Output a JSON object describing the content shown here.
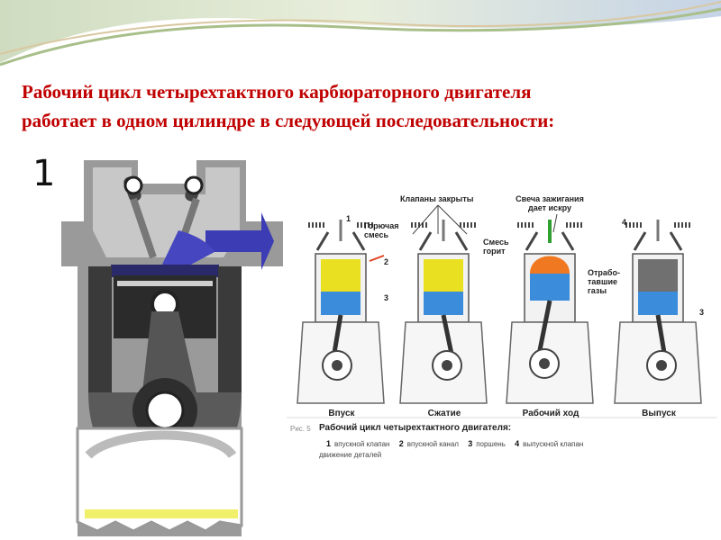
{
  "title": {
    "line1": "Рабочий цикл четырехтактного карбюраторного двигателя",
    "line2": "работает в одном цилиндре в следующей последовательности:"
  },
  "big_figure": {
    "number": "1"
  },
  "diagram": {
    "labels": {
      "valves_closed": "Клапаны закрыты",
      "spark_plug": "Свеча зажигания",
      "spark_plug2": "дает искру",
      "fuel_mix": "Горючая",
      "fuel_mix2": "смесь",
      "mix_burns": "Смесь",
      "mix_burns2": "горит",
      "exhaust": "Отрабо-",
      "exhaust2": "тавшие",
      "exhaust3": "газы",
      "n1": "1",
      "n2": "2",
      "n3": "3",
      "n4": "4",
      "n3b": "3"
    },
    "phases": [
      "Впуск",
      "Сжатие",
      "Рабочий ход",
      "Выпуск"
    ],
    "caption": "Рабочий цикл четырехтактного двигателя:",
    "figure_label": "Рис. 5",
    "legend": [
      {
        "num": "1",
        "text": "впускной клапан"
      },
      {
        "num": "2",
        "text": "впускной канал"
      },
      {
        "num": "3",
        "text": "поршень"
      },
      {
        "num": "4",
        "text": "выпускной клапан"
      }
    ],
    "legend_tail": "движение деталей",
    "chamber_colors": [
      "#e8e020",
      "#e8e020",
      "#f07820",
      "#707070"
    ]
  },
  "colors": {
    "title": "#c00000",
    "arrow": "#3c3cb4",
    "piston": "#3c8cdc"
  }
}
